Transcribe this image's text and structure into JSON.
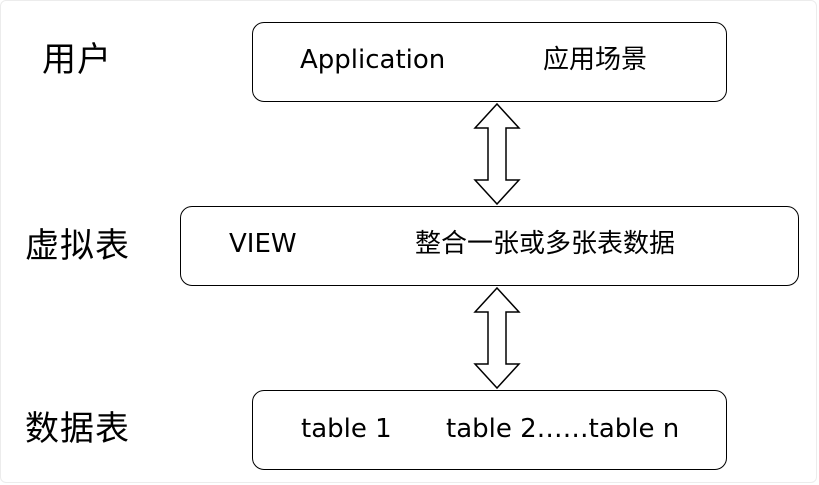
{
  "rows": {
    "user": {
      "label": "用户",
      "box_left_text": "Application",
      "box_right_text": "应用场景"
    },
    "virtual_table": {
      "label": "虚拟表",
      "box_left_text": "VIEW",
      "box_right_text": "整合一张或多张表数据"
    },
    "data_table": {
      "label": "数据表",
      "box_left_text": "table 1",
      "box_right_text": "table 2……table n"
    }
  },
  "colors": {
    "stroke": "#000000",
    "background": "#ffffff",
    "frame_border": "#ececec"
  }
}
